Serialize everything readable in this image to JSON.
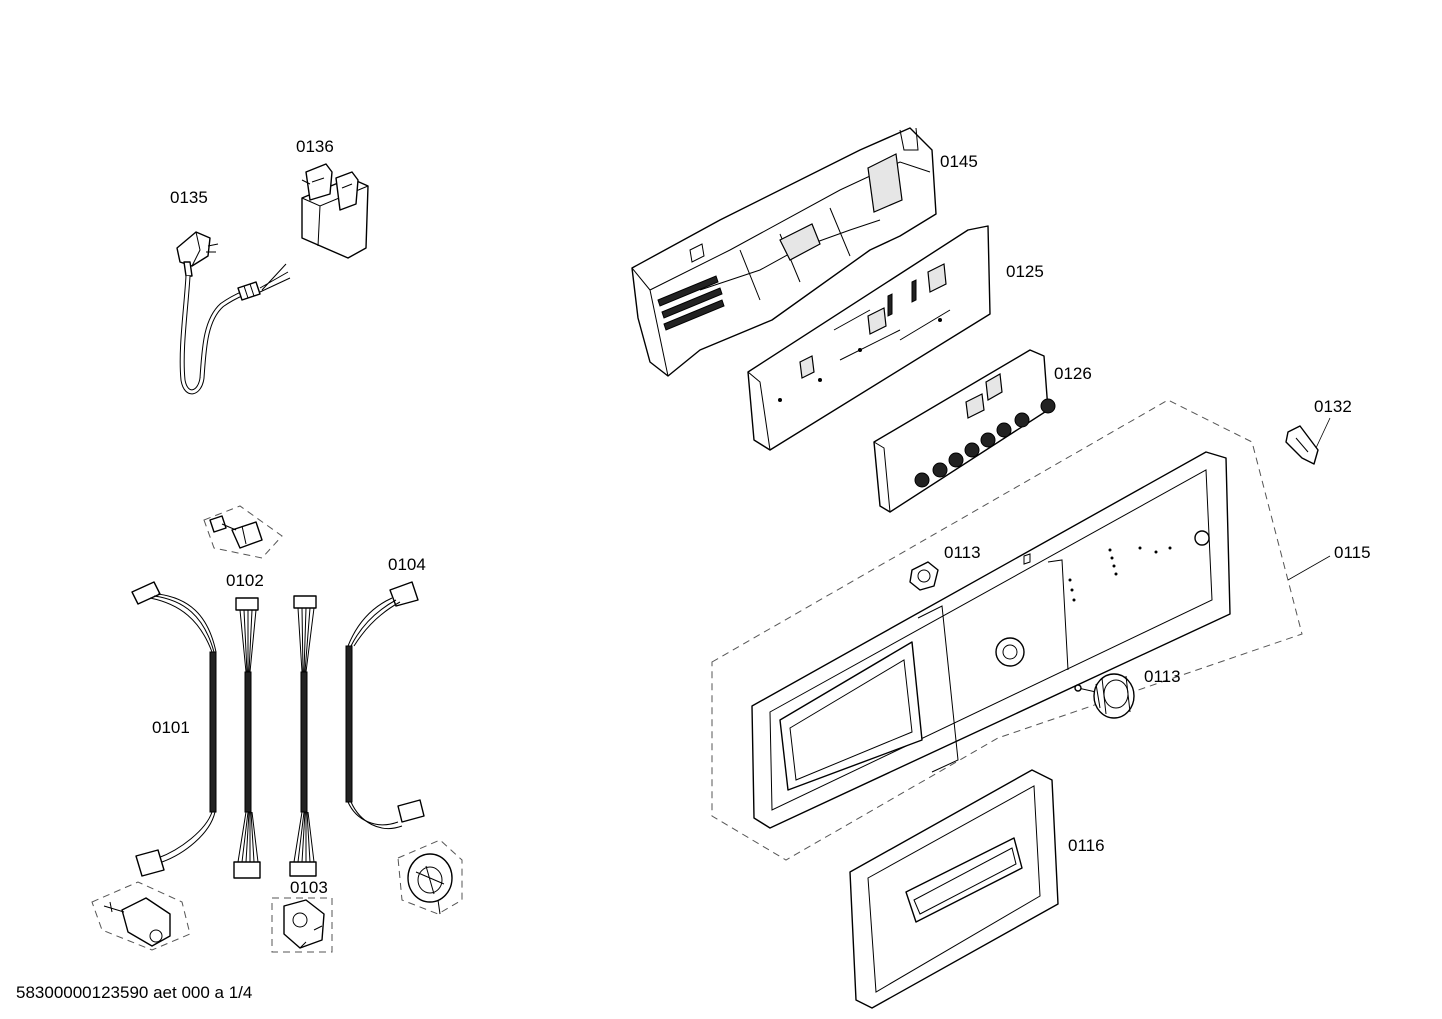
{
  "labels": {
    "p0135": "0135",
    "p0136": "0136",
    "p0145": "0145",
    "p0125": "0125",
    "p0126": "0126",
    "p0132": "0132",
    "p0115": "0115",
    "p0113a": "0113",
    "p0113b": "0113",
    "p0116": "0116",
    "p0102": "0102",
    "p0104": "0104",
    "p0101": "0101",
    "p0103": "0103"
  },
  "footer": {
    "doc_id": "58300000123590 aet 000 a 1/4"
  }
}
